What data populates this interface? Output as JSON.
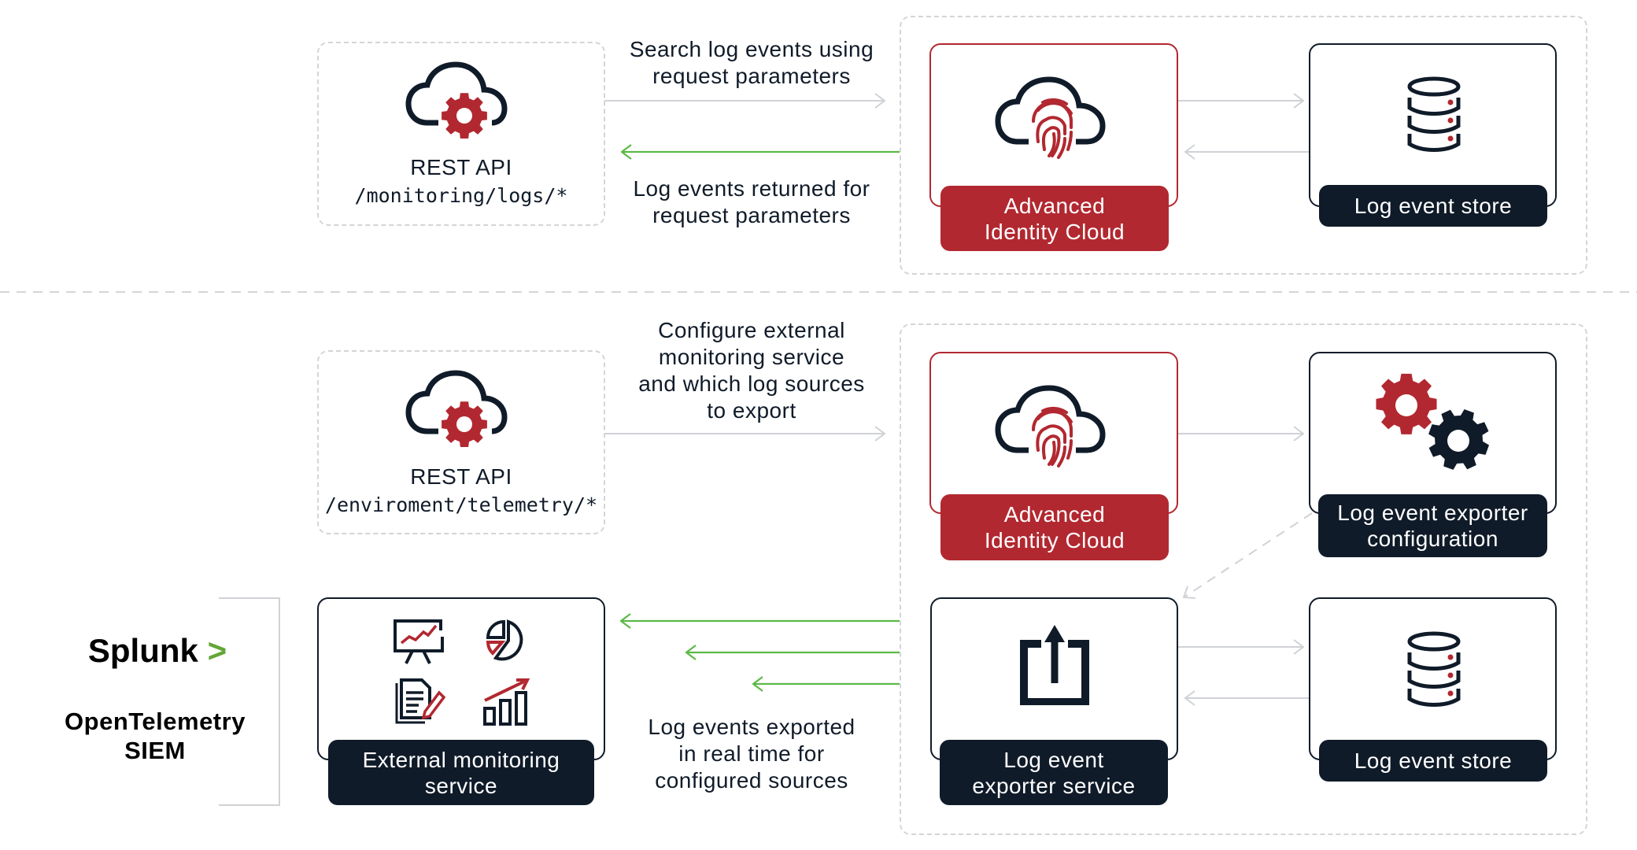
{
  "colors": {
    "brand_red": "#b22830",
    "navy": "#101b29",
    "connector_gray": "#cfd2d6",
    "return_green": "#5cb947",
    "splunk_green": "#65a637"
  },
  "top_flow": {
    "rest_api": {
      "title": "REST API",
      "path": "/monitoring/logs/*",
      "icon": "cloud-gear-icon"
    },
    "request_caption": [
      "Search log events using",
      "request parameters"
    ],
    "response_caption": [
      "Log events returned for",
      "request parameters"
    ],
    "identity_cloud": {
      "label": [
        "Advanced",
        "Identity Cloud"
      ],
      "icon": "cloud-fingerprint-icon"
    },
    "log_store": {
      "label": "Log event store",
      "icon": "database-icon"
    }
  },
  "bottom_flow": {
    "rest_api": {
      "title": "REST API",
      "path": "/enviroment/telemetry/*",
      "icon": "cloud-gear-icon"
    },
    "config_caption": [
      "Configure external",
      "monitoring service",
      "and which log sources",
      "to export"
    ],
    "identity_cloud": {
      "label": [
        "Advanced",
        "Identity Cloud"
      ],
      "icon": "cloud-fingerprint-icon"
    },
    "exporter_config": {
      "label": [
        "Log event exporter",
        "configuration"
      ],
      "icon": "gears-icon"
    },
    "exporter_service": {
      "label": [
        "Log event",
        "exporter service"
      ],
      "icon": "upload-icon"
    },
    "log_store": {
      "label": "Log event store",
      "icon": "database-icon"
    },
    "external_service": {
      "label": [
        "External monitoring",
        "service"
      ],
      "icons": [
        "presentation-chart-icon",
        "pie-chart-icon",
        "document-edit-icon",
        "bar-chart-growth-icon"
      ]
    },
    "export_caption": [
      "Log events exported",
      "in real time for",
      "configured sources"
    ],
    "external_targets": {
      "splunk": {
        "name": "Splunk",
        "mark": ">"
      },
      "others": [
        "OpenTelemetry",
        "SIEM"
      ]
    }
  }
}
